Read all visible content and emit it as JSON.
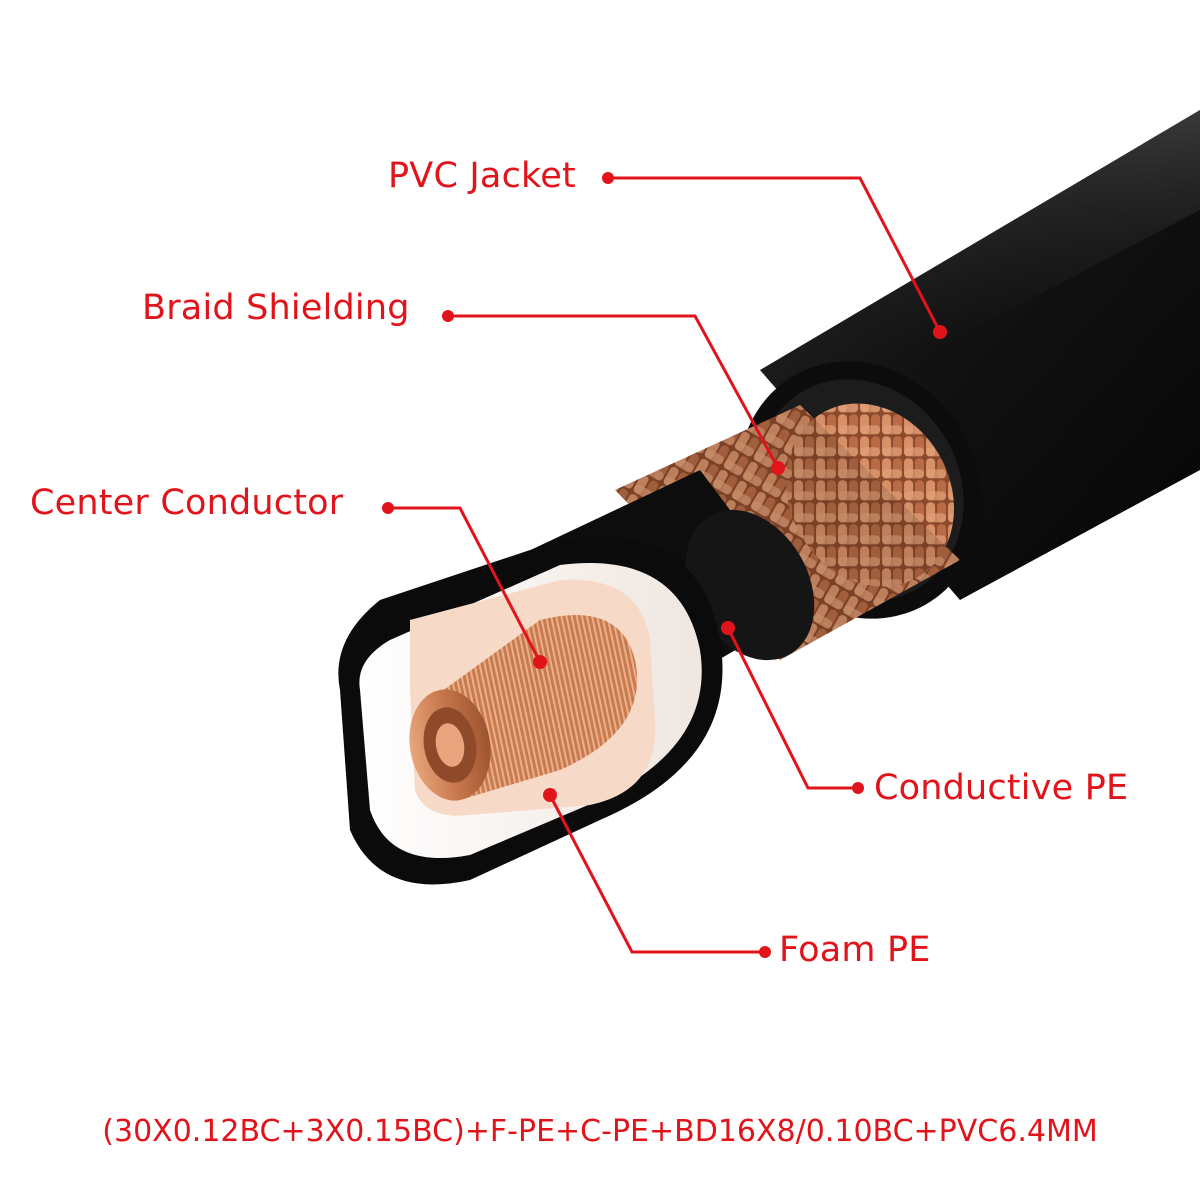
{
  "labels": {
    "pvc_jacket": "PVC Jacket",
    "braid_shielding": "Braid Shielding",
    "center_conductor": "Center Conductor",
    "conductive_pe": "Conductive PE",
    "foam_pe": "Foam PE"
  },
  "spec_line": "(30X0.12BC+3X0.15BC)+F-PE+C-PE+BD16X8/0.10BC+PVC6.4MM",
  "colors": {
    "callout": "#e2141b",
    "jacket": "#141414",
    "copper": "#c97a4e",
    "foam": "#f6f1ec"
  }
}
